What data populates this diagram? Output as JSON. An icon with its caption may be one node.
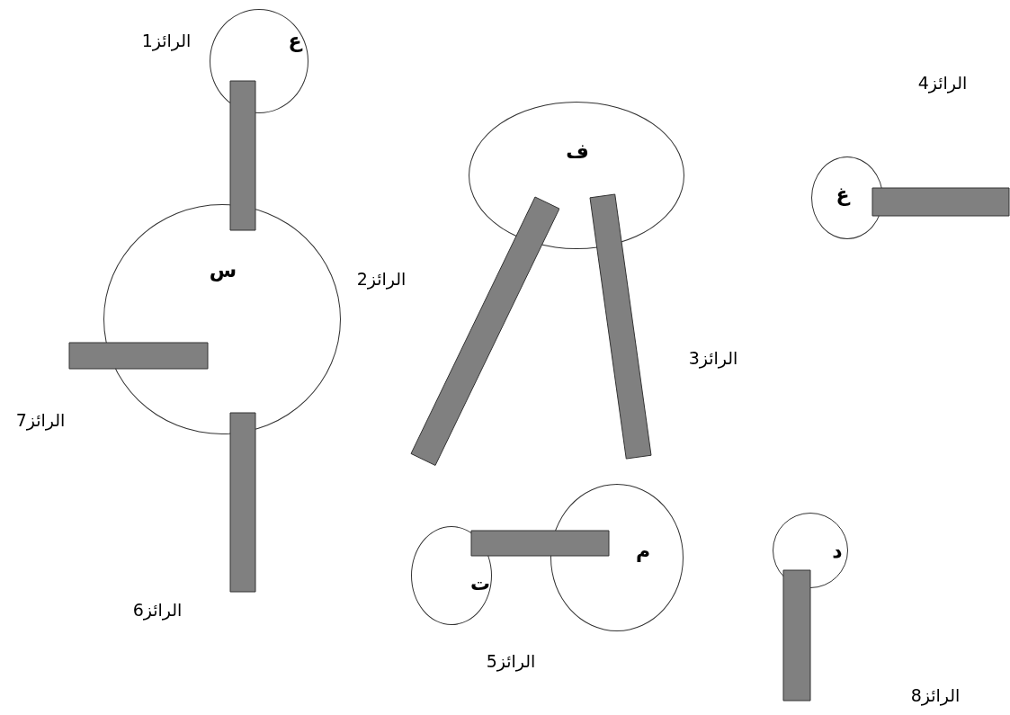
{
  "diagram": {
    "nodes": [
      {
        "text": [
          "ع"
        ]
      },
      {
        "text": [
          "س"
        ]
      },
      {
        "text": [
          "ف"
        ]
      },
      {
        "text": [
          "غ"
        ]
      },
      {
        "text": [
          "ت"
        ]
      },
      {
        "text": [
          "م"
        ]
      },
      {
        "text": [
          "د"
        ]
      },
      {
        "text": [],
        "shape": "bar"
      },
      {
        "text": [],
        "shape": "bar"
      },
      {
        "text": [],
        "shape": "bar"
      },
      {
        "text": [],
        "shape": "bar"
      },
      {
        "text": [],
        "shape": "bar"
      },
      {
        "text": [],
        "shape": "bar"
      },
      {
        "text": [],
        "shape": "bar"
      },
      {
        "text": [],
        "shape": "bar"
      }
    ],
    "labels": [
      "الرائز1",
      "الرائز4",
      "الرائز2",
      "الرائز3",
      "الرائز7",
      "الرائز6",
      "الرائز5",
      "الرائز8"
    ]
  }
}
